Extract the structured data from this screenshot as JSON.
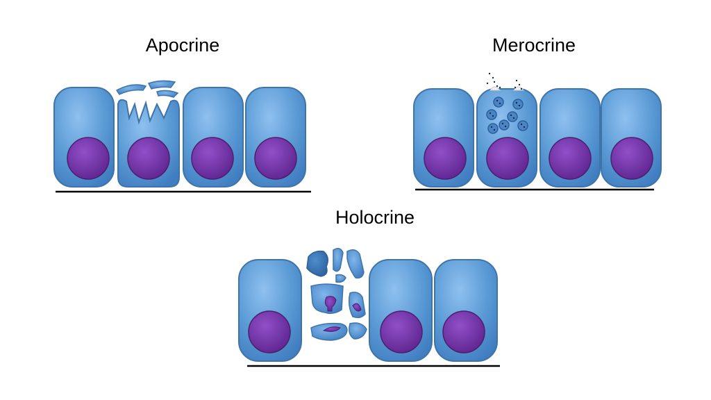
{
  "diagram": {
    "labels": {
      "apocrine": "Apocrine",
      "merocrine": "Merocrine",
      "holocrine": "Holocrine"
    },
    "colors": {
      "cell_fill": "#5b9bd5",
      "cell_stroke": "#3f74a8",
      "nucleus_fill": "#7030a0",
      "nucleus_stroke": "#4b1f70",
      "baseline": "#000000"
    }
  }
}
